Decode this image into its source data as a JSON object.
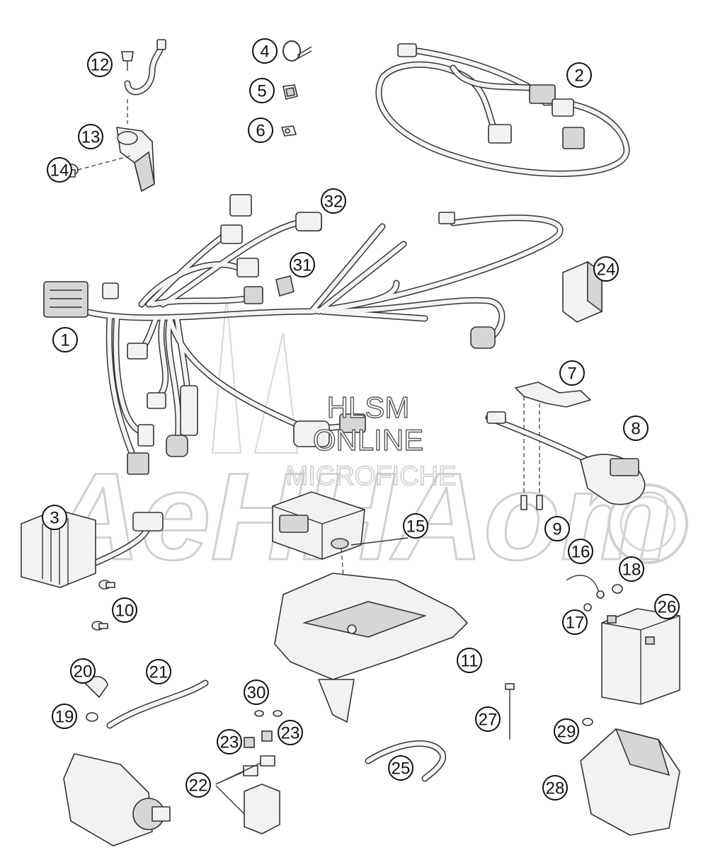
{
  "watermark": {
    "brand": "AeHHAom",
    "line1": "HLSM",
    "line2": "ONLINE",
    "line3": "MICROFICHE"
  },
  "callouts": [
    {
      "id": "1"
    },
    {
      "id": "2"
    },
    {
      "id": "3"
    },
    {
      "id": "4"
    },
    {
      "id": "5"
    },
    {
      "id": "6"
    },
    {
      "id": "7"
    },
    {
      "id": "8"
    },
    {
      "id": "9"
    },
    {
      "id": "10"
    },
    {
      "id": "11"
    },
    {
      "id": "12"
    },
    {
      "id": "13"
    },
    {
      "id": "14"
    },
    {
      "id": "15"
    },
    {
      "id": "16"
    },
    {
      "id": "17"
    },
    {
      "id": "18"
    },
    {
      "id": "19"
    },
    {
      "id": "20"
    },
    {
      "id": "21"
    },
    {
      "id": "22"
    },
    {
      "id": "23a",
      "label": "23"
    },
    {
      "id": "23b",
      "label": "23"
    },
    {
      "id": "24"
    },
    {
      "id": "25"
    },
    {
      "id": "26"
    },
    {
      "id": "27"
    },
    {
      "id": "28"
    },
    {
      "id": "29"
    },
    {
      "id": "30"
    },
    {
      "id": "31"
    },
    {
      "id": "32"
    }
  ]
}
